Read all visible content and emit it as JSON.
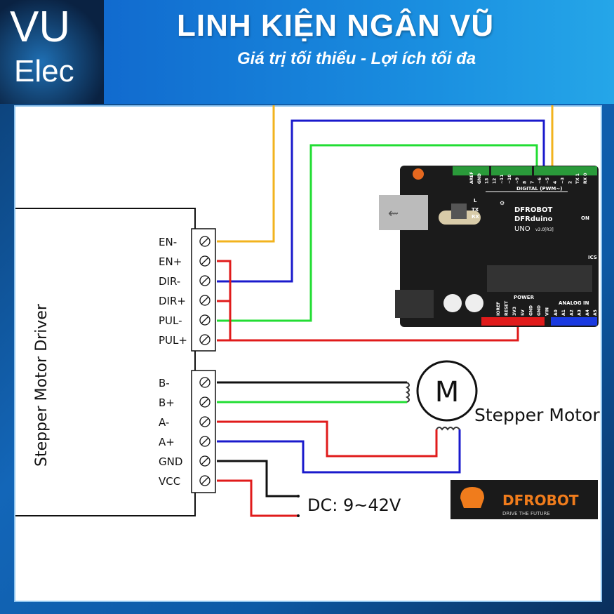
{
  "banner": {
    "logo_line1": "VU",
    "logo_line2": "Elec",
    "title": "LINH KIỆN NGÂN VŨ",
    "slogan": "Giá trị tối thiểu - Lợi ích tối đa"
  },
  "driver": {
    "label": "Stepper Motor Driver",
    "control_pins": [
      "EN-",
      "EN+",
      "DIR-",
      "DIR+",
      "PUL-",
      "PUL+"
    ],
    "power_pins": [
      "B-",
      "B+",
      "A-",
      "A+",
      "GND",
      "VCC"
    ]
  },
  "motor": {
    "symbol": "M",
    "label": "Stepper Motor"
  },
  "power_supply": {
    "label": "DC: 9~42V"
  },
  "board": {
    "brand": "DFROBOT",
    "name": "DFRduino",
    "model": "UNO",
    "version": "v3.0[R3]",
    "digital_label": "DIGITAL (PWM~)",
    "power_label": "POWER",
    "analog_label": "ANALOG IN",
    "on_label": "ON",
    "icsp_label": "ICS",
    "led_labels": [
      "L",
      "TX",
      "RX"
    ],
    "digital_pins": [
      "AREF",
      "GND",
      "13",
      "12",
      "~11",
      "~10",
      "~9",
      "8",
      "7",
      "~6",
      "~5",
      "4",
      "~3",
      "2",
      "TX 1",
      "RX 0"
    ],
    "power_pins": [
      "IOREF",
      "RESET",
      "3V3",
      "5V",
      "GND",
      "GND",
      "VIN"
    ],
    "analog_pins": [
      "A0",
      "A1",
      "A2",
      "A3",
      "A4",
      "A5"
    ]
  },
  "dfrobot_logo": {
    "text": "DFROBOT",
    "tagline": "DRIVE THE FUTURE"
  },
  "colors": {
    "wire_orange": "#f2b31e",
    "wire_blue": "#1a1acc",
    "wire_green": "#22dd33",
    "wire_red": "#e01b1b",
    "wire_black": "#111111",
    "board": "#1b1b1b"
  }
}
